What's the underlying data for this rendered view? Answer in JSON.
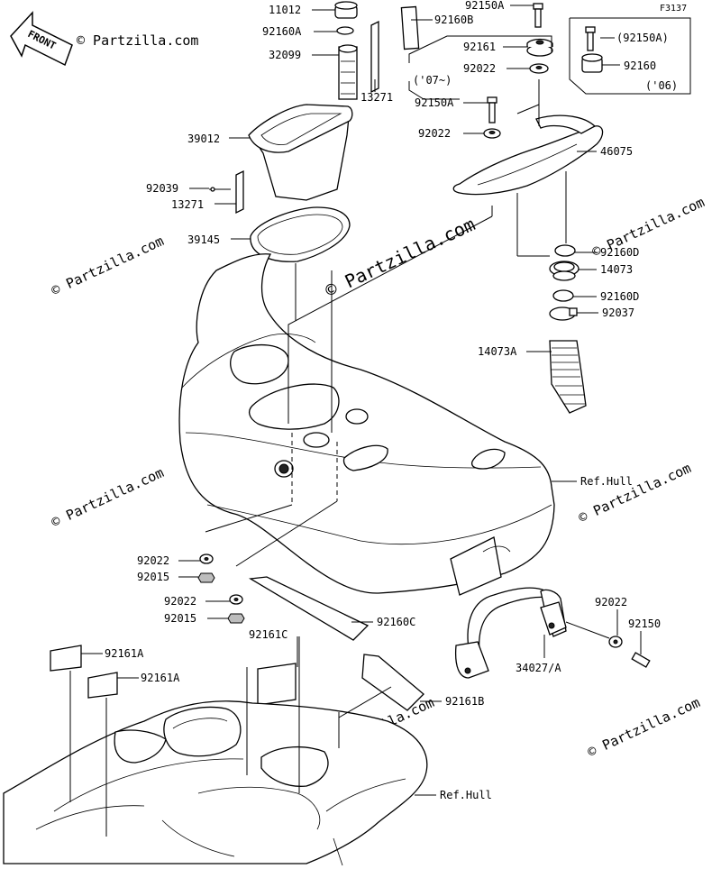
{
  "diagram": {
    "code": "F3137",
    "front_label": "FRONT",
    "watermark": "© Partzilla.com",
    "labels": [
      {
        "id": "p-11012",
        "text": "11012"
      },
      {
        "id": "p-92160a",
        "text": "92160A"
      },
      {
        "id": "p-32099",
        "text": "32099"
      },
      {
        "id": "p-13271-top",
        "text": "13271"
      },
      {
        "id": "p-39012",
        "text": "39012"
      },
      {
        "id": "p-92039",
        "text": "92039"
      },
      {
        "id": "p-13271-bot",
        "text": "13271"
      },
      {
        "id": "p-39145",
        "text": "39145"
      },
      {
        "id": "p-92150a-top",
        "text": "92150A"
      },
      {
        "id": "p-92160b",
        "text": "92160B"
      },
      {
        "id": "p-92161",
        "text": "92161"
      },
      {
        "id": "p-92022-a",
        "text": "92022"
      },
      {
        "id": "p-07",
        "text": "('07~)"
      },
      {
        "id": "p-92150a-mid",
        "text": "92150A"
      },
      {
        "id": "p-92022-b",
        "text": "92022"
      },
      {
        "id": "p-46075",
        "text": "46075"
      },
      {
        "id": "p-92150a-box",
        "text": "(92150A)"
      },
      {
        "id": "p-92160-box",
        "text": "92160"
      },
      {
        "id": "p-06",
        "text": "('06)"
      },
      {
        "id": "p-92160d-1",
        "text": "92160D"
      },
      {
        "id": "p-14073",
        "text": "14073"
      },
      {
        "id": "p-92160d-2",
        "text": "92160D"
      },
      {
        "id": "p-92037",
        "text": "92037"
      },
      {
        "id": "p-14073a",
        "text": "14073A"
      },
      {
        "id": "p-refhull-1",
        "text": "Ref.Hull"
      },
      {
        "id": "p-92022-c",
        "text": "92022"
      },
      {
        "id": "p-92015-a",
        "text": "92015"
      },
      {
        "id": "p-92022-d",
        "text": "92022"
      },
      {
        "id": "p-92015-b",
        "text": "92015"
      },
      {
        "id": "p-92160c",
        "text": "92160C"
      },
      {
        "id": "p-92161a-1",
        "text": "92161A"
      },
      {
        "id": "p-92161c",
        "text": "92161C"
      },
      {
        "id": "p-92161a-2",
        "text": "92161A"
      },
      {
        "id": "p-92161b",
        "text": "92161B"
      },
      {
        "id": "p-92022-e",
        "text": "92022"
      },
      {
        "id": "p-92150",
        "text": "92150"
      },
      {
        "id": "p-34027",
        "text": "34027/A"
      },
      {
        "id": "p-refhull-2",
        "text": "Ref.Hull"
      }
    ]
  }
}
